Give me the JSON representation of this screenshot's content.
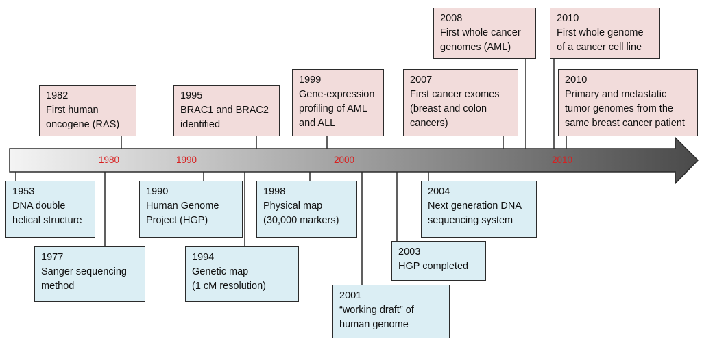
{
  "colors": {
    "top_box_fill": "#f2dcdb",
    "bottom_box_fill": "#dbeef4",
    "year_label": "#d81f1f",
    "arrow_start": "#f4f4f4",
    "arrow_end": "#4a4a4a",
    "border": "#2b2b2b"
  },
  "axis": {
    "year_labels": [
      "1980",
      "1990",
      "2000",
      "2010"
    ]
  },
  "events_above": [
    {
      "year": "1982",
      "lines": [
        "First human",
        "oncogene (RAS)"
      ]
    },
    {
      "year": "1995",
      "lines": [
        "BRAC1 and BRAC2",
        "identified"
      ]
    },
    {
      "year": "1999",
      "lines": [
        "Gene-expression",
        "profiling of AML",
        "and ALL"
      ]
    },
    {
      "year": "2007",
      "lines": [
        "First cancer exomes",
        "(breast and colon",
        "cancers)"
      ]
    },
    {
      "year": "2008",
      "lines": [
        "First whole cancer",
        "genomes (AML)"
      ]
    },
    {
      "year": "2010",
      "lines": [
        "First whole genome",
        "of a cancer cell line"
      ]
    },
    {
      "year": "2010",
      "lines": [
        "Primary and metastatic",
        "tumor genomes from the",
        "same breast cancer patient"
      ]
    }
  ],
  "events_below": [
    {
      "year": "1953",
      "lines": [
        "DNA double",
        "helical structure"
      ]
    },
    {
      "year": "1977",
      "lines": [
        "Sanger sequencing",
        "method"
      ]
    },
    {
      "year": "1990",
      "lines": [
        "Human Genome",
        "Project (HGP)"
      ]
    },
    {
      "year": "1994",
      "lines": [
        "Genetic map",
        "(1 cM  resolution)"
      ]
    },
    {
      "year": "1998",
      "lines": [
        "Physical  map",
        "(30,000 markers)"
      ]
    },
    {
      "year": "2001",
      "lines": [
        "“working draft” of",
        "human genome"
      ]
    },
    {
      "year": "2003",
      "lines": [
        "HGP completed"
      ]
    },
    {
      "year": "2004",
      "lines": [
        "Next generation DNA",
        "sequencing system"
      ]
    }
  ]
}
